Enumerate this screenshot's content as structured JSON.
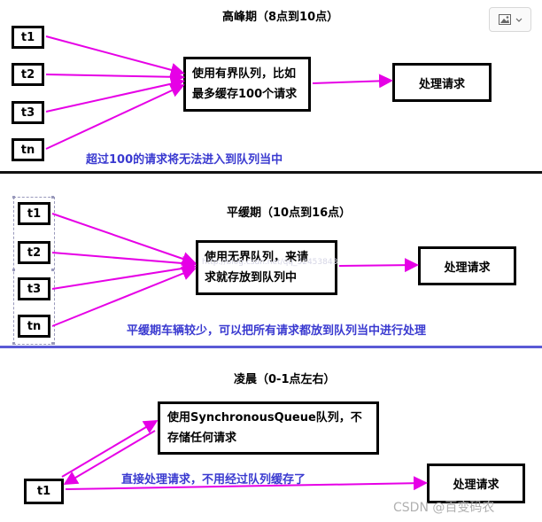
{
  "sections": [
    {
      "title": "高峰期（8点到10点）",
      "threads": [
        "t1",
        "t2",
        "t3",
        "tn"
      ],
      "queue_lines": [
        "使用有界队列，比如",
        "最多缓存100个请求"
      ],
      "handler": "处理请求",
      "note": "超过100的请求将无法进入到队列当中"
    },
    {
      "title": "平缓期（10点到16点）",
      "threads": [
        "t1",
        "t2",
        "t3",
        "tn"
      ],
      "queue_lines": [
        "使用无界队列，来请",
        "求就存放到队列中"
      ],
      "handler": "处理请求",
      "note": "平缓期车辆较少，可以把所有请求都放到队列当中进行处理"
    },
    {
      "title": "凌晨（0-1点左右）",
      "threads": [
        "t1"
      ],
      "queue_lines": [
        "使用SynchronousQueue队列，不",
        "存储任何请求"
      ],
      "handler": "处理请求",
      "note": "直接处理请求，不用经过队列缓存了"
    }
  ],
  "watermark": "CSDN @百变码农",
  "faint_watermark": "http://blog.csdn.net/qq_32453843",
  "colors": {
    "arrow": "#e600e6",
    "note": "#3a3ad0",
    "divider_top": "#111111",
    "divider_bottom": "#5a5ad6"
  }
}
